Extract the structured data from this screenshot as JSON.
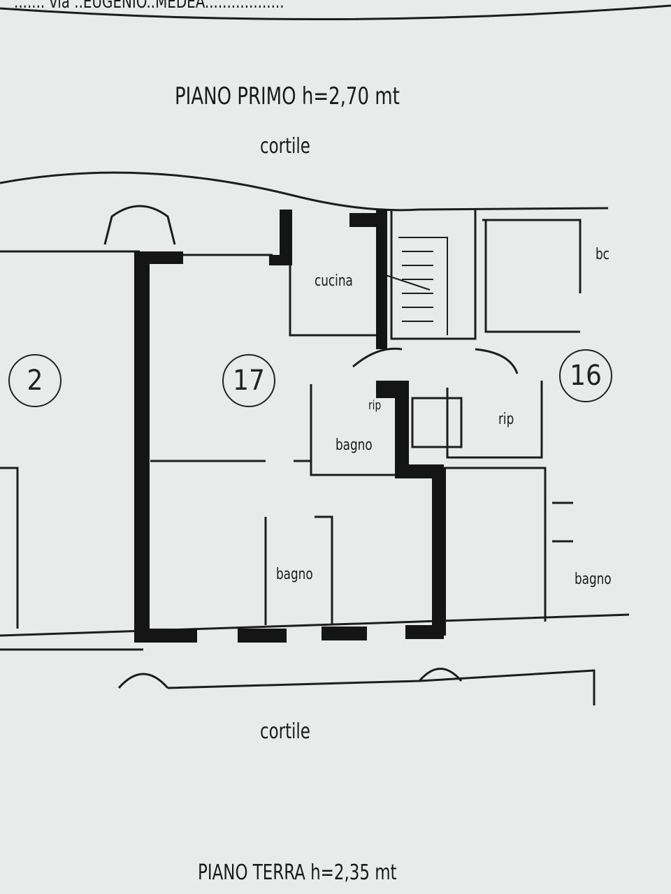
{
  "header": {
    "street": "....... via ..EUGENIO..MEDEA.................."
  },
  "plan": {
    "floor_title": "PIANO PRIMO  h=2,70 mt",
    "top_courtyard": "cortile",
    "bottom_courtyard": "cortile",
    "footer_title": "PIANO TERRA  h=2,35 mt",
    "units": [
      "2",
      "17",
      "16"
    ],
    "rooms": {
      "kitchen": "cucina",
      "storage_small": "rip",
      "bath_upper": "bagno",
      "bath_lower": "bagno",
      "storage_right": "rip",
      "bath_right": "bagno",
      "partial_right": "bc"
    }
  }
}
